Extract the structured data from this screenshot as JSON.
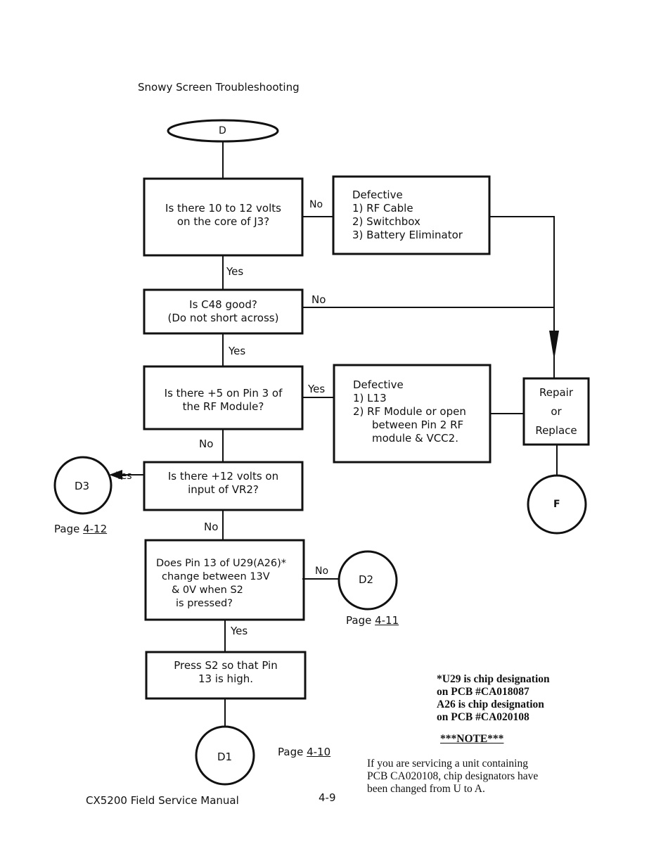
{
  "page": {
    "header": "Snowy Screen Troubleshooting",
    "footer_left": "CX5200 Field Service Manual",
    "footer_page": "4-9"
  },
  "start": {
    "label": "D"
  },
  "q1": {
    "lines": [
      "Is there 10 to 12 volts",
      "on the core of J3?"
    ],
    "no_label": "No",
    "yes_label": "Yes"
  },
  "defect1": {
    "title": "Defective",
    "items": [
      "1) RF Cable",
      "2) Switchbox",
      "3) Battery Eliminator"
    ]
  },
  "q2": {
    "lines": [
      "Is C48 good?",
      "(Do not short across)"
    ],
    "no_label": "No",
    "yes_label": "Yes"
  },
  "q3": {
    "lines": [
      "Is there +5 on Pin 3 of",
      "the RF Module?"
    ],
    "yes_label": "Yes",
    "no_label": "No"
  },
  "defect2": {
    "title": "Defective",
    "item1": "1)  L13",
    "item2_lines": [
      "2)  RF Module or open",
      "between Pin 2 RF",
      "module & VCC2."
    ]
  },
  "repair": {
    "lines": [
      "Repair",
      "or",
      "Replace"
    ]
  },
  "connector_f": {
    "label": "F"
  },
  "q4": {
    "lines": [
      "Is there +12 volts on",
      "input of VR2?"
    ],
    "yes_label": "Yes",
    "no_label": "No"
  },
  "connector_d3": {
    "label": "D3",
    "page_prefix": "Page ",
    "page_ref": "4-12"
  },
  "q5": {
    "lines": [
      "Does Pin 13 of U29(A26)*",
      "change between 13V",
      "& 0V when S2",
      "is pressed?"
    ],
    "no_label": "No",
    "yes_label": "Yes"
  },
  "connector_d2": {
    "label": "D2",
    "page_prefix": "Page ",
    "page_ref": "4-11"
  },
  "action": {
    "lines": [
      "Press S2 so that Pin",
      "13 is high."
    ]
  },
  "connector_d1": {
    "label": "D1",
    "page_prefix": "Page ",
    "page_ref": "4-10"
  },
  "footnote": {
    "lines": [
      "*U29 is chip designation",
      "on PCB #CA018087",
      "A26 is chip designation",
      "on PCB #CA020108"
    ]
  },
  "note": {
    "heading": "***NOTE***",
    "lines": [
      "If you are servicing a unit containing",
      "PCB CA020108, chip designators have",
      "been changed from U to A."
    ]
  }
}
